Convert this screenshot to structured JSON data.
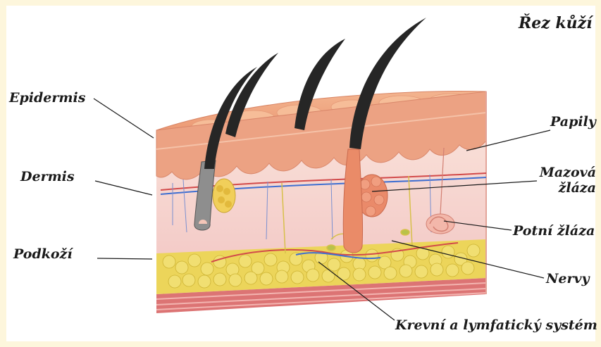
{
  "title": "Řez kůží",
  "labels": {
    "epidermis": "Epidermis",
    "dermis": "Dermis",
    "podkozi": "Podkoží",
    "papily": "Papily",
    "mazova_1": "Mazová",
    "mazova_2": "žláza",
    "potni": "Potní žláza",
    "nervy": "Nervy",
    "krevni": "Krevní a lymfatický systém"
  },
  "colors": {
    "background": "#fdf6dc",
    "epidermis": "#eda07e",
    "dermis": "#f7d9d3",
    "fat": "#e8d24a",
    "muscle": "#d96a6a",
    "hair": "#2b2b2b"
  }
}
